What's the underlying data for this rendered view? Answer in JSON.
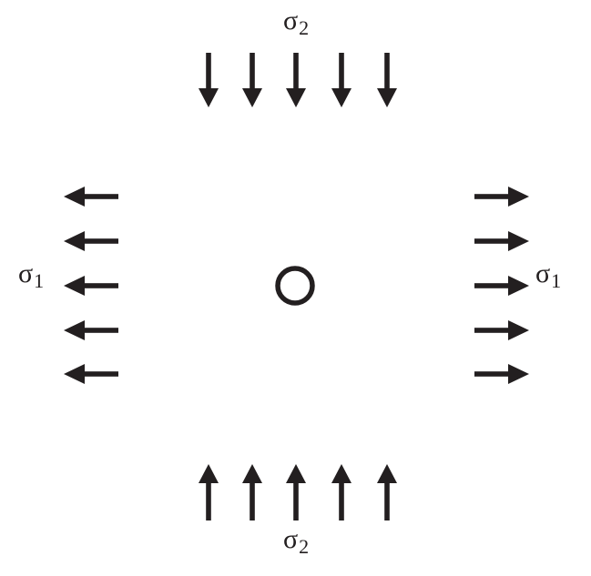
{
  "labels": {
    "top": {
      "symbol": "σ",
      "subscript": "2"
    },
    "bottom": {
      "symbol": "σ",
      "subscript": "2"
    },
    "left": {
      "symbol": "σ",
      "subscript": "1"
    },
    "right": {
      "symbol": "σ",
      "subscript": "1"
    }
  },
  "arrows_per_side": 5,
  "colors": {
    "ink": "#231f20"
  }
}
